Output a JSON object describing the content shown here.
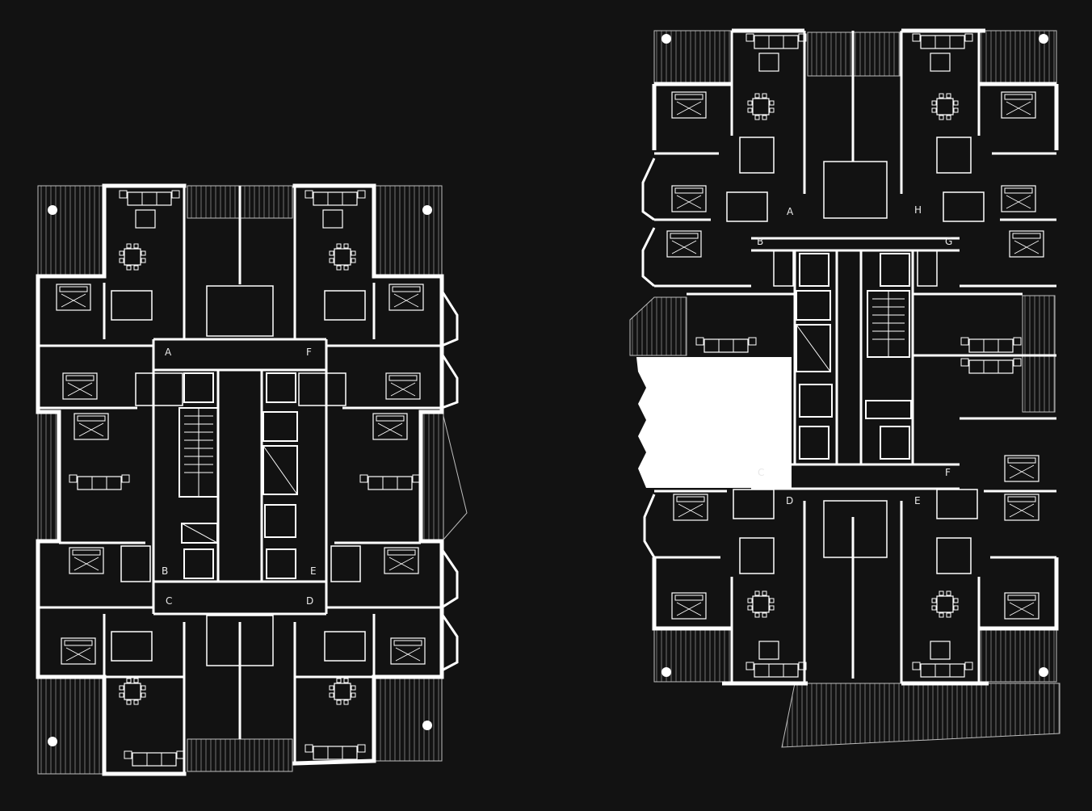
{
  "plans": [
    {
      "id": "left-plan",
      "unit_labels": [
        "A",
        "F",
        "B",
        "E",
        "C",
        "D"
      ]
    },
    {
      "id": "right-plan",
      "unit_labels": [
        "A",
        "H",
        "B",
        "G",
        "C",
        "F",
        "D",
        "E"
      ]
    }
  ],
  "colors": {
    "background": "#121212",
    "linework": "#ffffff",
    "thin_linework": "#bdbdbd",
    "void": "#ffffff"
  }
}
